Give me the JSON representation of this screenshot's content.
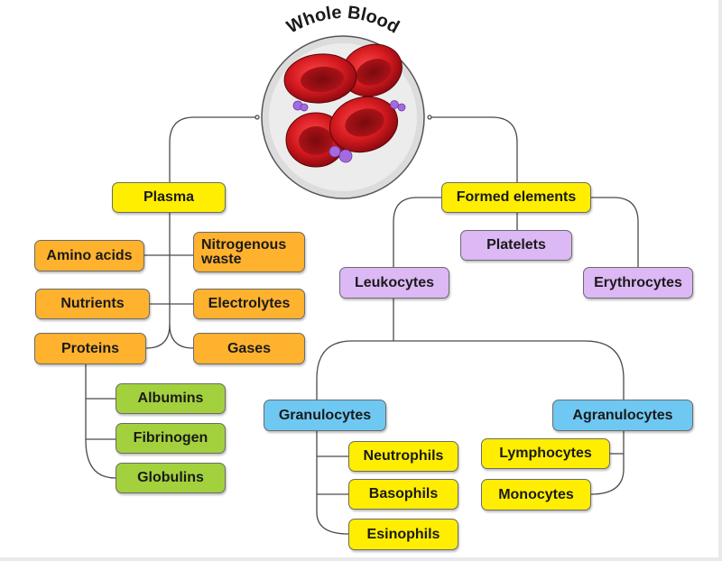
{
  "title": "Whole Blood",
  "colors": {
    "level1": "#ffee00",
    "plasma_children": "#ffb22e",
    "proteins_children": "#a3d13d",
    "formed_children": "#dcb8f5",
    "leukocyte_children": "#6fc8f2",
    "granulocyte_children": "#ffee00",
    "cell_red": "#c8101a"
  },
  "plasma": {
    "label": "Plasma",
    "amino_acids": "Amino acids",
    "nitrogenous_waste_line1": "Nitrogenous",
    "nitrogenous_waste_line2": "waste",
    "nutrients": "Nutrients",
    "electrolytes": "Electrolytes",
    "proteins": "Proteins",
    "gases": "Gases",
    "albumins": "Albumins",
    "fibrinogen": "Fibrinogen",
    "globulins": "Globulins"
  },
  "formed": {
    "label": "Formed elements",
    "platelets": "Platelets",
    "leukocytes": "Leukocytes",
    "erythrocytes": "Erythrocytes",
    "granulocytes": "Granulocytes",
    "agranulocytes": "Agranulocytes",
    "neutrophils": "Neutrophils",
    "basophils": "Basophils",
    "esinophils": "Esinophils",
    "lymphocytes": "Lymphocytes",
    "monocytes": "Monocytes"
  }
}
